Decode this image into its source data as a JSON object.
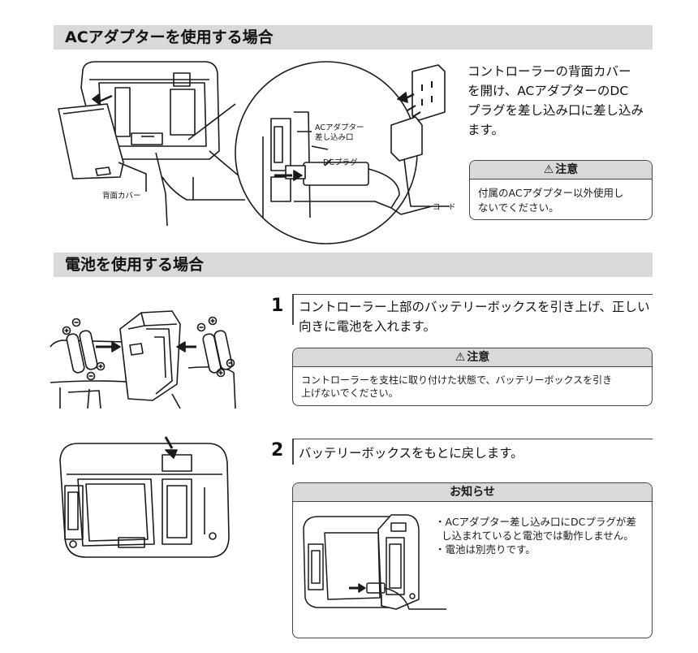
{
  "sections": {
    "ac": {
      "title": "ACアダプターを使用する場合",
      "description": [
        "コントローラーの背面カバー",
        "を開け、ACアダプターのDC",
        "プラグを差し込み口に差し込み",
        "ます。"
      ],
      "labels": {
        "back_cover": "背面カバー",
        "ac_inlet": [
          "ACアダプター",
          "差し込み口"
        ],
        "dc_plug": "DCプラグ",
        "cord": "コード"
      },
      "caution": {
        "icon": "warning-triangle-icon",
        "title": "注意",
        "text": [
          "付属のACアダプター以外使用し",
          "ないでください。"
        ]
      }
    },
    "battery": {
      "title": "電池を使用する場合",
      "steps": [
        {
          "number": "1",
          "text": [
            "コントローラー上部のバッテリーボックスを引き上げ、正しい",
            "向きに電池を入れます。"
          ],
          "caution": {
            "icon": "warning-triangle-icon",
            "title": "注意",
            "text": [
              "コントローラーを支柱に取り付けた状態で、バッテリーボックスを引き",
              "上げないでください。"
            ]
          }
        },
        {
          "number": "2",
          "text": [
            "バッテリーボックスをもとに戻します。"
          ],
          "notice": {
            "title": "お知らせ",
            "items": [
              "・ACアダプター差し込み口にDCプラグが差",
              "し込まれていると電池では動作しません。",
              "・電池は別売りです。"
            ]
          }
        }
      ]
    }
  },
  "colors": {
    "header_bg": "#d9d9d9",
    "line": "#1a1a1a"
  }
}
